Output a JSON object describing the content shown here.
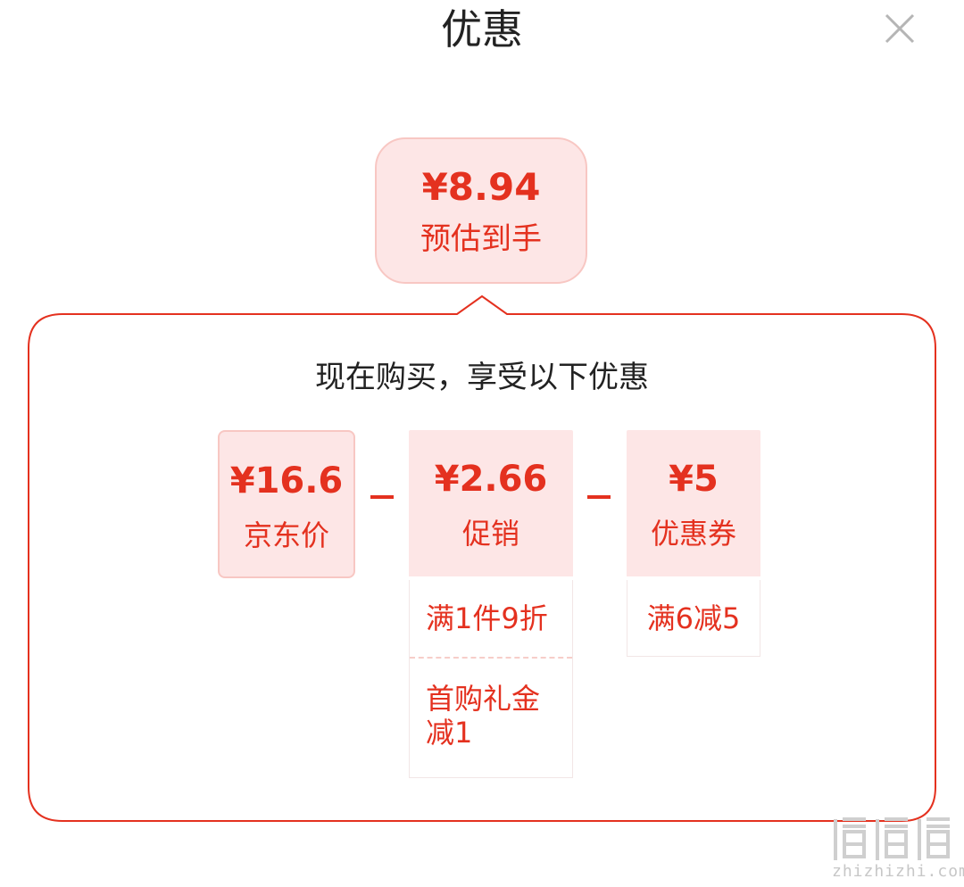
{
  "header": {
    "title": "优惠",
    "close_icon": "close-icon"
  },
  "estimate": {
    "price": "¥8.94",
    "label": "预估到手"
  },
  "panel": {
    "headline": "现在购买，享受以下优惠",
    "cards": [
      {
        "price": "¥16.6",
        "label": "京东价"
      },
      {
        "price": "¥2.66",
        "label": "促销"
      },
      {
        "price": "¥5",
        "label": "优惠券"
      }
    ],
    "operator_icon": "minus-icon",
    "promotion_details": [
      "满1件9折",
      "首购礼金减1"
    ],
    "coupon_details": [
      "满6减5"
    ]
  },
  "watermark": {
    "text": "zhizhizhi.com"
  },
  "colors": {
    "accent": "#e4311f",
    "card_bg": "#fde6e6",
    "card_border": "#f8c7c3",
    "title": "#222222"
  }
}
